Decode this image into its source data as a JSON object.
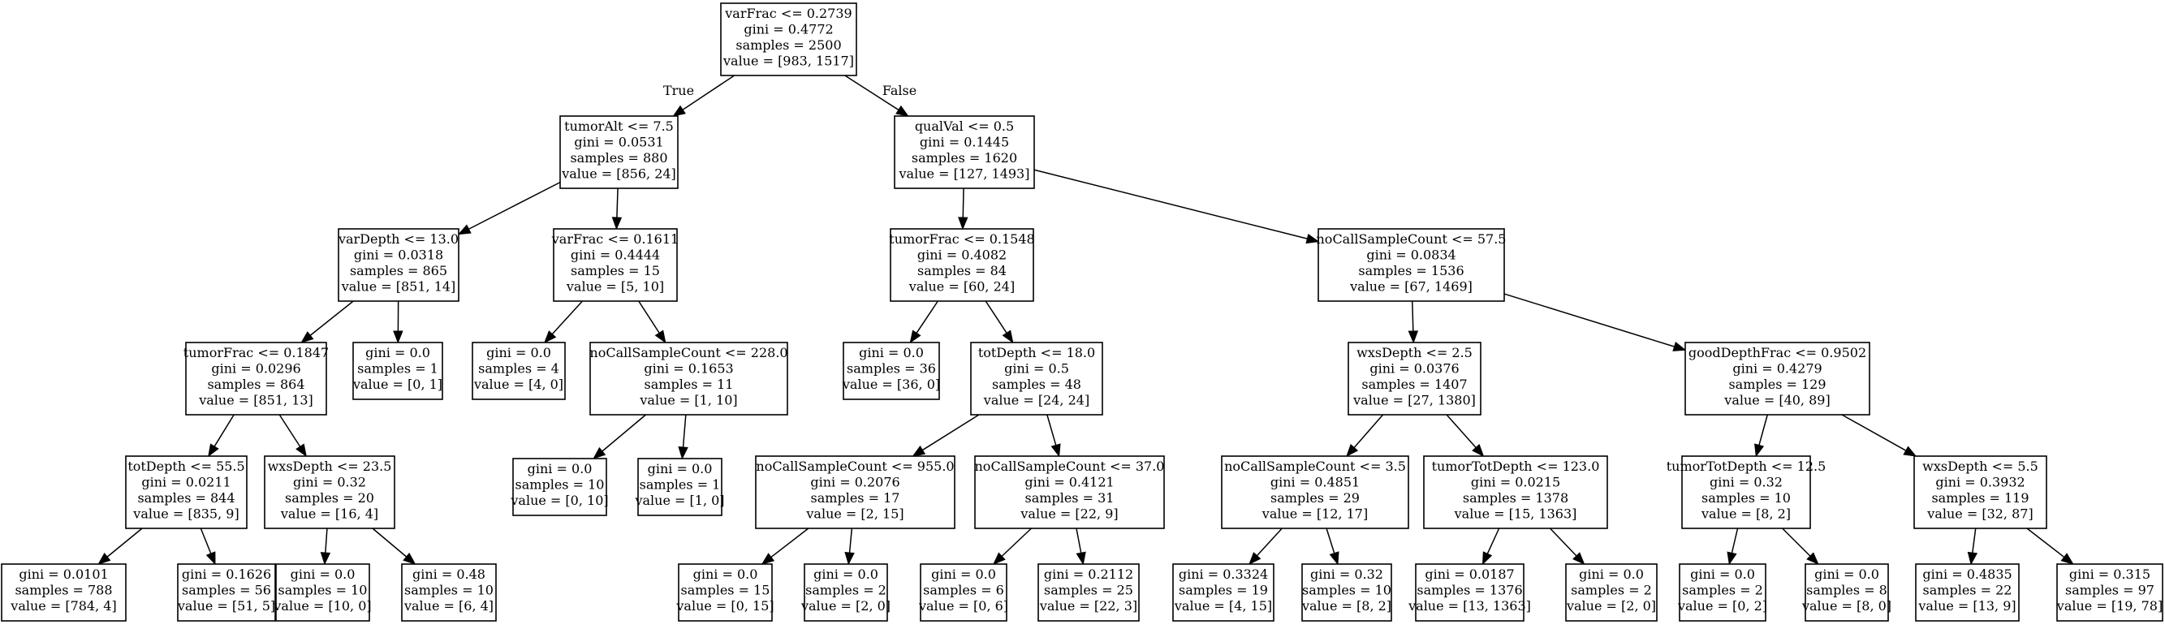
{
  "tree": {
    "edge_labels": {
      "true": "True",
      "false": "False"
    },
    "nodes": [
      {
        "id": "n0",
        "lines": [
          "varFrac <= 0.2739",
          "gini = 0.4772",
          "samples = 2500",
          "value = [983, 1517]"
        ]
      },
      {
        "id": "n1",
        "lines": [
          "tumorAlt <= 7.5",
          "gini = 0.0531",
          "samples = 880",
          "value = [856, 24]"
        ]
      },
      {
        "id": "n2",
        "lines": [
          "varDepth <= 13.0",
          "gini = 0.0318",
          "samples = 865",
          "value = [851, 14]"
        ]
      },
      {
        "id": "n3",
        "lines": [
          "tumorFrac <= 0.1847",
          "gini = 0.0296",
          "samples = 864",
          "value = [851, 13]"
        ]
      },
      {
        "id": "n4",
        "lines": [
          "totDepth <= 55.5",
          "gini = 0.0211",
          "samples = 844",
          "value = [835, 9]"
        ]
      },
      {
        "id": "n5",
        "lines": [
          "gini = 0.0101",
          "samples = 788",
          "value = [784, 4]"
        ]
      },
      {
        "id": "n6",
        "lines": [
          "gini = 0.1626",
          "samples = 56",
          "value = [51, 5]"
        ]
      },
      {
        "id": "n7",
        "lines": [
          "wxsDepth <= 23.5",
          "gini = 0.32",
          "samples = 20",
          "value = [16, 4]"
        ]
      },
      {
        "id": "n8",
        "lines": [
          "gini = 0.0",
          "samples = 10",
          "value = [10, 0]"
        ]
      },
      {
        "id": "n9",
        "lines": [
          "gini = 0.48",
          "samples = 10",
          "value = [6, 4]"
        ]
      },
      {
        "id": "n10",
        "lines": [
          "gini = 0.0",
          "samples = 1",
          "value = [0, 1]"
        ]
      },
      {
        "id": "n11",
        "lines": [
          "varFrac <= 0.1611",
          "gini = 0.4444",
          "samples = 15",
          "value = [5, 10]"
        ]
      },
      {
        "id": "n12",
        "lines": [
          "gini = 0.0",
          "samples = 4",
          "value = [4, 0]"
        ]
      },
      {
        "id": "n13",
        "lines": [
          "noCallSampleCount <= 228.0",
          "gini = 0.1653",
          "samples = 11",
          "value = [1, 10]"
        ]
      },
      {
        "id": "n14",
        "lines": [
          "gini = 0.0",
          "samples = 10",
          "value = [0, 10]"
        ]
      },
      {
        "id": "n15",
        "lines": [
          "gini = 0.0",
          "samples = 1",
          "value = [1, 0]"
        ]
      },
      {
        "id": "n16",
        "lines": [
          "qualVal <= 0.5",
          "gini = 0.1445",
          "samples = 1620",
          "value = [127, 1493]"
        ]
      },
      {
        "id": "n17",
        "lines": [
          "tumorFrac <= 0.1548",
          "gini = 0.4082",
          "samples = 84",
          "value = [60, 24]"
        ]
      },
      {
        "id": "n18",
        "lines": [
          "gini = 0.0",
          "samples = 36",
          "value = [36, 0]"
        ]
      },
      {
        "id": "n19",
        "lines": [
          "totDepth <= 18.0",
          "gini = 0.5",
          "samples = 48",
          "value = [24, 24]"
        ]
      },
      {
        "id": "n20",
        "lines": [
          "noCallSampleCount <= 955.0",
          "gini = 0.2076",
          "samples = 17",
          "value = [2, 15]"
        ]
      },
      {
        "id": "n21",
        "lines": [
          "gini = 0.0",
          "samples = 15",
          "value = [0, 15]"
        ]
      },
      {
        "id": "n22",
        "lines": [
          "gini = 0.0",
          "samples = 2",
          "value = [2, 0]"
        ]
      },
      {
        "id": "n23",
        "lines": [
          "noCallSampleCount <= 37.0",
          "gini = 0.4121",
          "samples = 31",
          "value = [22, 9]"
        ]
      },
      {
        "id": "n24",
        "lines": [
          "gini = 0.0",
          "samples = 6",
          "value = [0, 6]"
        ]
      },
      {
        "id": "n25",
        "lines": [
          "gini = 0.2112",
          "samples = 25",
          "value = [22, 3]"
        ]
      },
      {
        "id": "n26",
        "lines": [
          "noCallSampleCount <= 57.5",
          "gini = 0.0834",
          "samples = 1536",
          "value = [67, 1469]"
        ]
      },
      {
        "id": "n27",
        "lines": [
          "wxsDepth <= 2.5",
          "gini = 0.0376",
          "samples = 1407",
          "value = [27, 1380]"
        ]
      },
      {
        "id": "n28",
        "lines": [
          "noCallSampleCount <= 3.5",
          "gini = 0.4851",
          "samples = 29",
          "value = [12, 17]"
        ]
      },
      {
        "id": "n29",
        "lines": [
          "gini = 0.3324",
          "samples = 19",
          "value = [4, 15]"
        ]
      },
      {
        "id": "n30",
        "lines": [
          "gini = 0.32",
          "samples = 10",
          "value = [8, 2]"
        ]
      },
      {
        "id": "n31",
        "lines": [
          "tumorTotDepth <= 123.0",
          "gini = 0.0215",
          "samples = 1378",
          "value = [15, 1363]"
        ]
      },
      {
        "id": "n32",
        "lines": [
          "gini = 0.0187",
          "samples = 1376",
          "value = [13, 1363]"
        ]
      },
      {
        "id": "n33",
        "lines": [
          "gini = 0.0",
          "samples = 2",
          "value = [2, 0]"
        ]
      },
      {
        "id": "n34",
        "lines": [
          "goodDepthFrac <= 0.9502",
          "gini = 0.4279",
          "samples = 129",
          "value = [40, 89]"
        ]
      },
      {
        "id": "n35",
        "lines": [
          "tumorTotDepth <= 12.5",
          "gini = 0.32",
          "samples = 10",
          "value = [8, 2]"
        ]
      },
      {
        "id": "n36",
        "lines": [
          "gini = 0.0",
          "samples = 2",
          "value = [0, 2]"
        ]
      },
      {
        "id": "n37",
        "lines": [
          "gini = 0.0",
          "samples = 8",
          "value = [8, 0]"
        ]
      },
      {
        "id": "n38",
        "lines": [
          "wxsDepth <= 5.5",
          "gini = 0.3932",
          "samples = 119",
          "value = [32, 87]"
        ]
      },
      {
        "id": "n39",
        "lines": [
          "gini = 0.4835",
          "samples = 22",
          "value = [13, 9]"
        ]
      },
      {
        "id": "n40",
        "lines": [
          "gini = 0.315",
          "samples = 97",
          "value = [19, 78]"
        ]
      }
    ],
    "edges": [
      [
        "n0",
        "n1"
      ],
      [
        "n0",
        "n16"
      ],
      [
        "n1",
        "n2"
      ],
      [
        "n1",
        "n11"
      ],
      [
        "n2",
        "n3"
      ],
      [
        "n2",
        "n10"
      ],
      [
        "n3",
        "n4"
      ],
      [
        "n3",
        "n7"
      ],
      [
        "n4",
        "n5"
      ],
      [
        "n4",
        "n6"
      ],
      [
        "n7",
        "n8"
      ],
      [
        "n7",
        "n9"
      ],
      [
        "n11",
        "n12"
      ],
      [
        "n11",
        "n13"
      ],
      [
        "n13",
        "n14"
      ],
      [
        "n13",
        "n15"
      ],
      [
        "n16",
        "n17"
      ],
      [
        "n16",
        "n26"
      ],
      [
        "n17",
        "n18"
      ],
      [
        "n17",
        "n19"
      ],
      [
        "n19",
        "n20"
      ],
      [
        "n19",
        "n23"
      ],
      [
        "n20",
        "n21"
      ],
      [
        "n20",
        "n22"
      ],
      [
        "n23",
        "n24"
      ],
      [
        "n23",
        "n25"
      ],
      [
        "n26",
        "n27"
      ],
      [
        "n26",
        "n34"
      ],
      [
        "n27",
        "n28"
      ],
      [
        "n27",
        "n31"
      ],
      [
        "n28",
        "n29"
      ],
      [
        "n28",
        "n30"
      ],
      [
        "n31",
        "n32"
      ],
      [
        "n31",
        "n33"
      ],
      [
        "n34",
        "n35"
      ],
      [
        "n34",
        "n38"
      ],
      [
        "n35",
        "n36"
      ],
      [
        "n35",
        "n37"
      ],
      [
        "n38",
        "n39"
      ],
      [
        "n38",
        "n40"
      ]
    ]
  }
}
